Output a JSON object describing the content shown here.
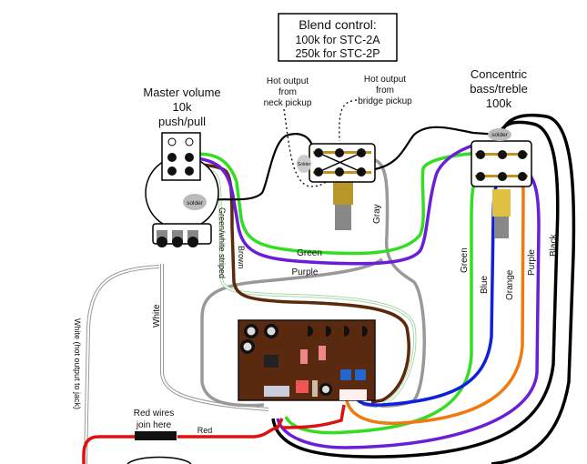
{
  "blend_box": {
    "title": "Blend control:",
    "line1": "100k for STC-2A",
    "line2": "250k for STC-2P"
  },
  "master": {
    "line1": "Master volume",
    "line2": "10k",
    "line3": "push/pull",
    "solder": "solder"
  },
  "neck_label": {
    "line1": "Hot output",
    "line2": "from",
    "line3": "neck pickup"
  },
  "bridge_label": {
    "line1": "Hot output",
    "line2": "from",
    "line3": "bridge pickup"
  },
  "blend_pot": {
    "solder": "Solder"
  },
  "concentric": {
    "line1": "Concentric",
    "line2": "bass/treble",
    "line3": "100k",
    "solder": "solder"
  },
  "wire_labels": {
    "green_white": "Green/white striped",
    "brown": "Brown",
    "gray": "Gray",
    "green": "Green",
    "purple": "Purple",
    "white": "White",
    "white_jack": "White (hot output to jack)",
    "green_right": "Green",
    "blue": "Blue",
    "orange": "Orange",
    "purple_right": "Purple",
    "black": "Black",
    "red": "Red"
  },
  "red_join": {
    "line1": "Red wires",
    "line2": "join here"
  },
  "colors": {
    "green": "#33dd22",
    "purple": "#6a1ed8",
    "brown": "#5a2a0a",
    "gray": "#999999",
    "blue": "#1020e0",
    "orange": "#f07a10",
    "black": "#000000",
    "red": "#dd1111",
    "board": "#5a2a10",
    "lug_bar": "#c09020"
  }
}
